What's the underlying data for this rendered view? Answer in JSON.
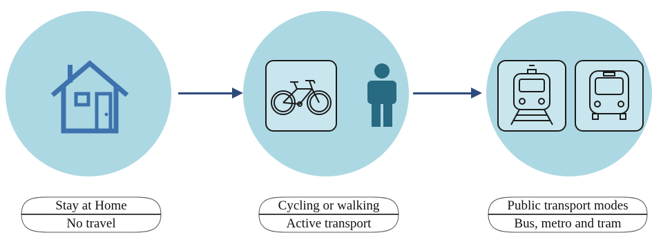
{
  "colors": {
    "circle": "#acd8e3",
    "arrow": "#2e4a7d",
    "house": "#3e72ad",
    "person": "#276a81",
    "frame_fill": "#c9e6ee"
  },
  "stages": [
    {
      "title": "Stay at Home",
      "subtitle": "No travel",
      "icons": [
        "house-icon"
      ]
    },
    {
      "title": "Cycling or walking",
      "subtitle": "Active transport",
      "icons": [
        "bicycle-icon",
        "person-icon"
      ]
    },
    {
      "title": "Public transport modes",
      "subtitle": "Bus, metro and tram",
      "icons": [
        "train-icon",
        "bus-icon"
      ]
    }
  ]
}
